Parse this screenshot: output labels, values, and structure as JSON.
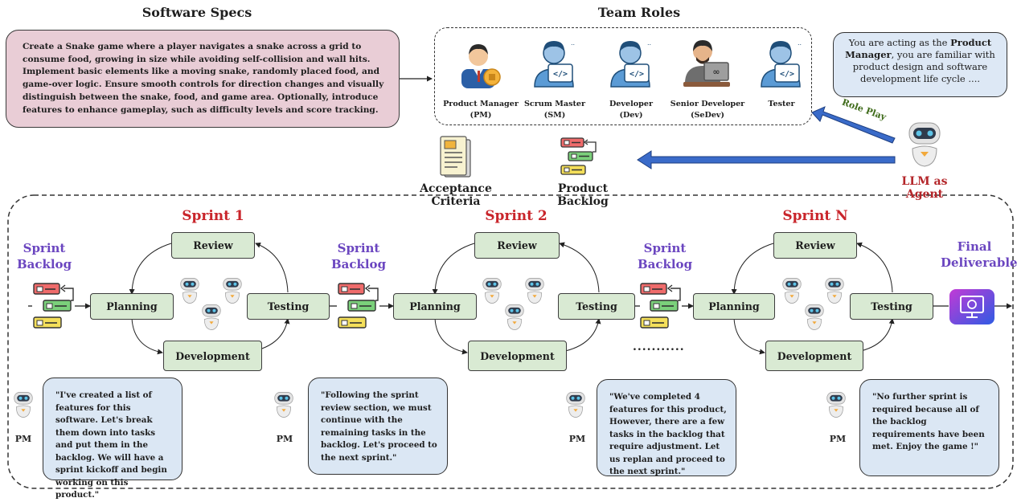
{
  "headings": {
    "software_specs": "Software Specs",
    "team_roles": "Team Roles"
  },
  "spec_text": "Create a Snake game where a player navigates a snake across a grid to consume food, growing in size while avoiding self-collision and wall hits. Implement basic elements like a moving snake, randomly placed food, and game-over logic. Ensure smooth controls for direction changes and visually distinguish between the snake, food, and game area. Optionally, introduce features to enhance gameplay, such as difficulty levels and score tracking.",
  "roles": [
    {
      "line1": "Product Manager",
      "line2": "(PM)",
      "icon": "product-manager-icon"
    },
    {
      "line1": "Scrum Master",
      "line2": "(SM)",
      "icon": "developer-icon"
    },
    {
      "line1": "Developer",
      "line2": "(Dev)",
      "icon": "developer-icon"
    },
    {
      "line1": "Senior Developer",
      "line2": "(SeDev)",
      "icon": "senior-developer-icon"
    },
    {
      "line1": "Tester",
      "line2": "",
      "icon": "developer-icon"
    }
  ],
  "pm_prompt": {
    "prefix": "You are acting as the ",
    "bold": "Product Manager",
    "suffix": ", you are familiar with product design and software development life cycle ...."
  },
  "role_play": "Role Play",
  "llm_agent": "LLM as Agent",
  "artifacts": {
    "acceptance": "Acceptance Criteria",
    "backlog": "Product Backlog"
  },
  "sprints": [
    {
      "title": "Sprint 1",
      "review": "Review",
      "planning": "Planning",
      "testing": "Testing",
      "development": "Development"
    },
    {
      "title": "Sprint 2",
      "review": "Review",
      "planning": "Planning",
      "testing": "Testing",
      "development": "Development"
    },
    {
      "title": "Sprint N",
      "review": "Review",
      "planning": "Planning",
      "testing": "Testing",
      "development": "Development"
    }
  ],
  "sprint_backlog": {
    "line1": "Sprint",
    "line2": "Backlog"
  },
  "final": {
    "line1": "Final",
    "line2": "Deliverable"
  },
  "ellipsis": "...........",
  "pm_label": "PM",
  "quotes": [
    "\"I've created a list of features for this software. Let's break them down into tasks and put them in the backlog. We will have a sprint kickoff and begin working on this product.\"",
    "\"Following the sprint review section, we must continue with the remaining tasks in the backlog. Let's proceed to the next sprint.\"",
    "\"We've completed 4 features for this product, However, there are a few tasks in the backlog that require adjustment. Let us replan and proceed to the next sprint.\"",
    "\"No further sprint is required because all of the backlog requirements have been met. Enjoy the game !\""
  ],
  "colors": {
    "spec_bg": "#e9cdd6",
    "prompt_bg": "#dde8f5",
    "stage_bg": "#d9ead3",
    "bubble_bg": "#dbe7f4",
    "sprint_red": "#c9252b",
    "purple": "#6b46c0",
    "arrow_blue": "#3a6bc9"
  }
}
